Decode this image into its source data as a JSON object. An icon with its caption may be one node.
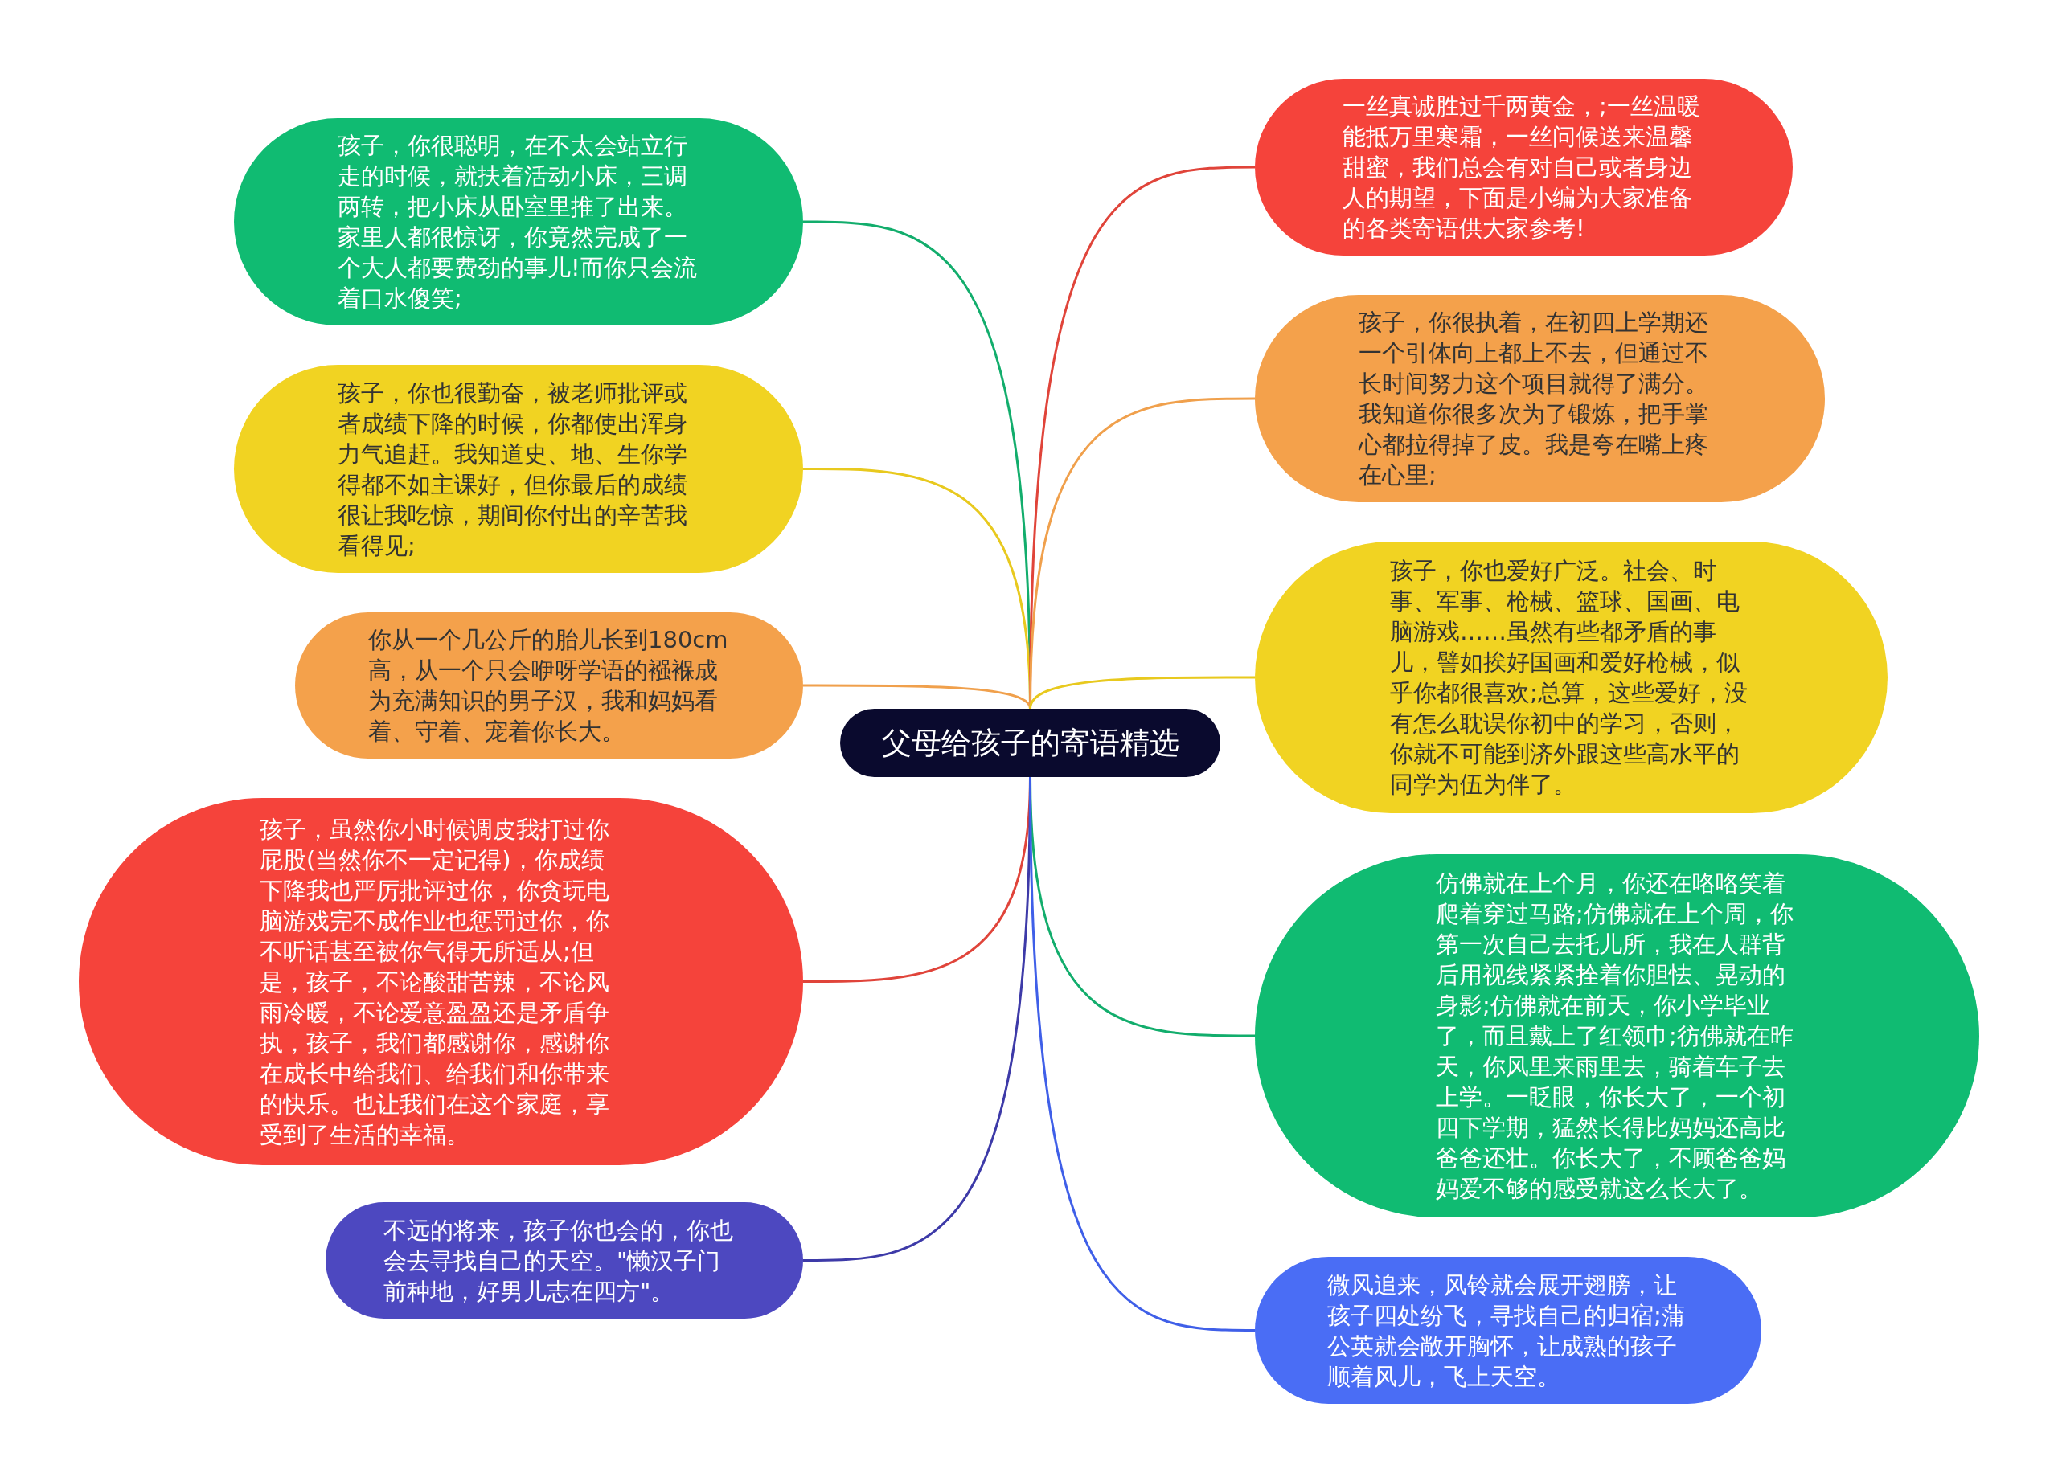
{
  "diagram": {
    "nodes": [
      {
        "text": [
          "父母给孩子的寄语精选"
        ]
      },
      {
        "text": [
          "孩子，你很聪明，在不太会站立行走的时候，就扶着活动小床，三调两转，把小床从卧室里推了出来。家里人都很惊讶，你竟然完成了一个大人都要费劲的事儿!而你只会流着口水傻笑;"
        ]
      },
      {
        "text": [
          "孩子，你也很勤奋，被老师批评或者成绩下降的时候，你都使出浑身力气追赶。我知道史、地、生你学得都不如主课好，但你最后的成绩很让我吃惊，期间你付出的辛苦我看得见;"
        ]
      },
      {
        "text": [
          "你从一个几公斤的胎儿长到180cm高，从一个只会咿呀学语的襁褓成为充满知识的男子汉，我和妈妈看着、守着、宠着你长大。"
        ]
      },
      {
        "text": [
          "孩子，虽然你小时候调皮我打过你屁股(当然你不一定记得)，你成绩下降我也严厉批评过你，你贪玩电脑游戏完不成作业也惩罚过你，你不听话甚至被你气得无所适从;但是，孩子，不论酸甜苦辣，不论风雨冷暖，不论爱意盈盈还是矛盾争执，孩子，我们都感谢你，感谢你在成长中给我们、给我们和你带来的快乐。也让我们在这个家庭，享受到了生活的幸福。"
        ]
      },
      {
        "text": [
          "不远的将来，孩子你也会的，你也会去寻找自己的天空。\"懒汉子门前种地，好男儿志在四方\"。"
        ]
      },
      {
        "text": [
          "一丝真诚胜过千两黄金，;一丝温暖能抵万里寒霜，一丝问候送来温馨甜蜜，我们总会有对自己或者身边人的期望，下面是小编为大家准备的各类寄语供大家参考!"
        ]
      },
      {
        "text": [
          "孩子，你很执着，在初四上学期还一个引体向上都上不去，但通过不长时间努力这个项目就得了满分。我知道你很多次为了锻炼，把手掌心都拉得掉了皮。我是夸在嘴上疼在心里;"
        ]
      },
      {
        "text": [
          "孩子，你也爱好广泛。社会、时事、军事、枪械、篮球、国画、电脑游戏……虽然有些都矛盾的事儿，譬如挨好国画和爱好枪械，似乎你都很喜欢;总算，这些爱好，没有怎么耽误你初中的学习，否则，你就不可能到济外跟这些高水平的同学为伍为伴了。"
        ]
      },
      {
        "text": [
          "仿佛就在上个月，你还在咯咯笑着爬着穿过马路;仿佛就在上个周，你第一次自己去托儿所，我在人群背后用视线紧紧拴着你胆怯、晃动的身影;仿佛就在前天，你小学毕业了，而且戴上了红领巾;彷佛就在昨天，你风里来雨里去，骑着车子去上学。一眨眼，你长大了，一个初四下学期，猛然长得比妈妈还高比爸爸还壮。你长大了，不顾爸爸妈妈爱不够的感受就这么长大了。"
        ]
      },
      {
        "text": [
          "微风追来，风铃就会展开翅膀，让孩子四处纷飞，寻找自己的归宿;蒲公英就会敞开胸怀，让成熟的孩子顺着风儿，飞上天空。"
        ]
      }
    ],
    "edges": [
      {
        "from": 0,
        "to": 1,
        "arrow": "none",
        "color": "#12ad6c"
      },
      {
        "from": 0,
        "to": 2,
        "arrow": "none",
        "color": "#e8c91e"
      },
      {
        "from": 0,
        "to": 3,
        "arrow": "none",
        "color": "#f0a04c"
      },
      {
        "from": 0,
        "to": 4,
        "arrow": "none",
        "color": "#e0443a"
      },
      {
        "from": 0,
        "to": 5,
        "arrow": "none",
        "color": "#3d3aa8"
      },
      {
        "from": 0,
        "to": 6,
        "arrow": "none",
        "color": "#e0443a"
      },
      {
        "from": 0,
        "to": 7,
        "arrow": "none",
        "color": "#f0a04c"
      },
      {
        "from": 0,
        "to": 8,
        "arrow": "none",
        "color": "#e8c91e"
      },
      {
        "from": 0,
        "to": 9,
        "arrow": "none",
        "color": "#12ad6c"
      },
      {
        "from": 0,
        "to": 10,
        "arrow": "none",
        "color": "#3f5fe8"
      }
    ]
  }
}
